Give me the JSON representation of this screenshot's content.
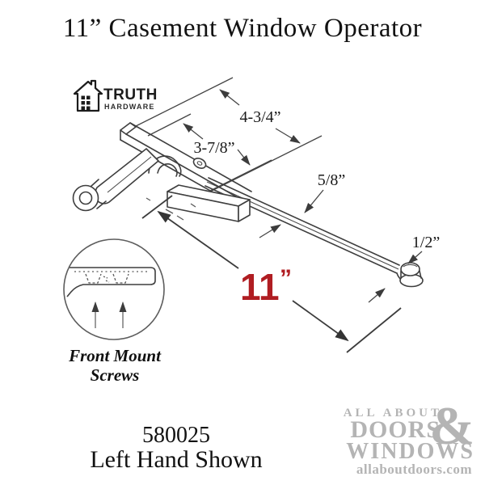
{
  "title": "11” Casement Window Operator",
  "brand": {
    "name": "TRUTH",
    "tagline": "HARDWARE"
  },
  "dimensions": {
    "overall_value": "11",
    "overall_unit": "”",
    "spacing_long": "4-3/4”",
    "spacing_short": "3-7/8”",
    "arm_width": "5/8”",
    "roller_width": "1/2”"
  },
  "inset": {
    "caption_line1": "Front Mount",
    "caption_line2": "Screws"
  },
  "part_number": "580025",
  "hand_note": "Left Hand Shown",
  "watermark": {
    "line1": "ALL ABOUT",
    "line2": "DOORS",
    "ampersand": "&",
    "line3": "WINDOWS",
    "website": "allaboutdoors.com"
  },
  "colors": {
    "dimension_red": "#B01D22",
    "line_dark": "#3E3E3E",
    "watermark_gray": "#B4B4B4"
  }
}
